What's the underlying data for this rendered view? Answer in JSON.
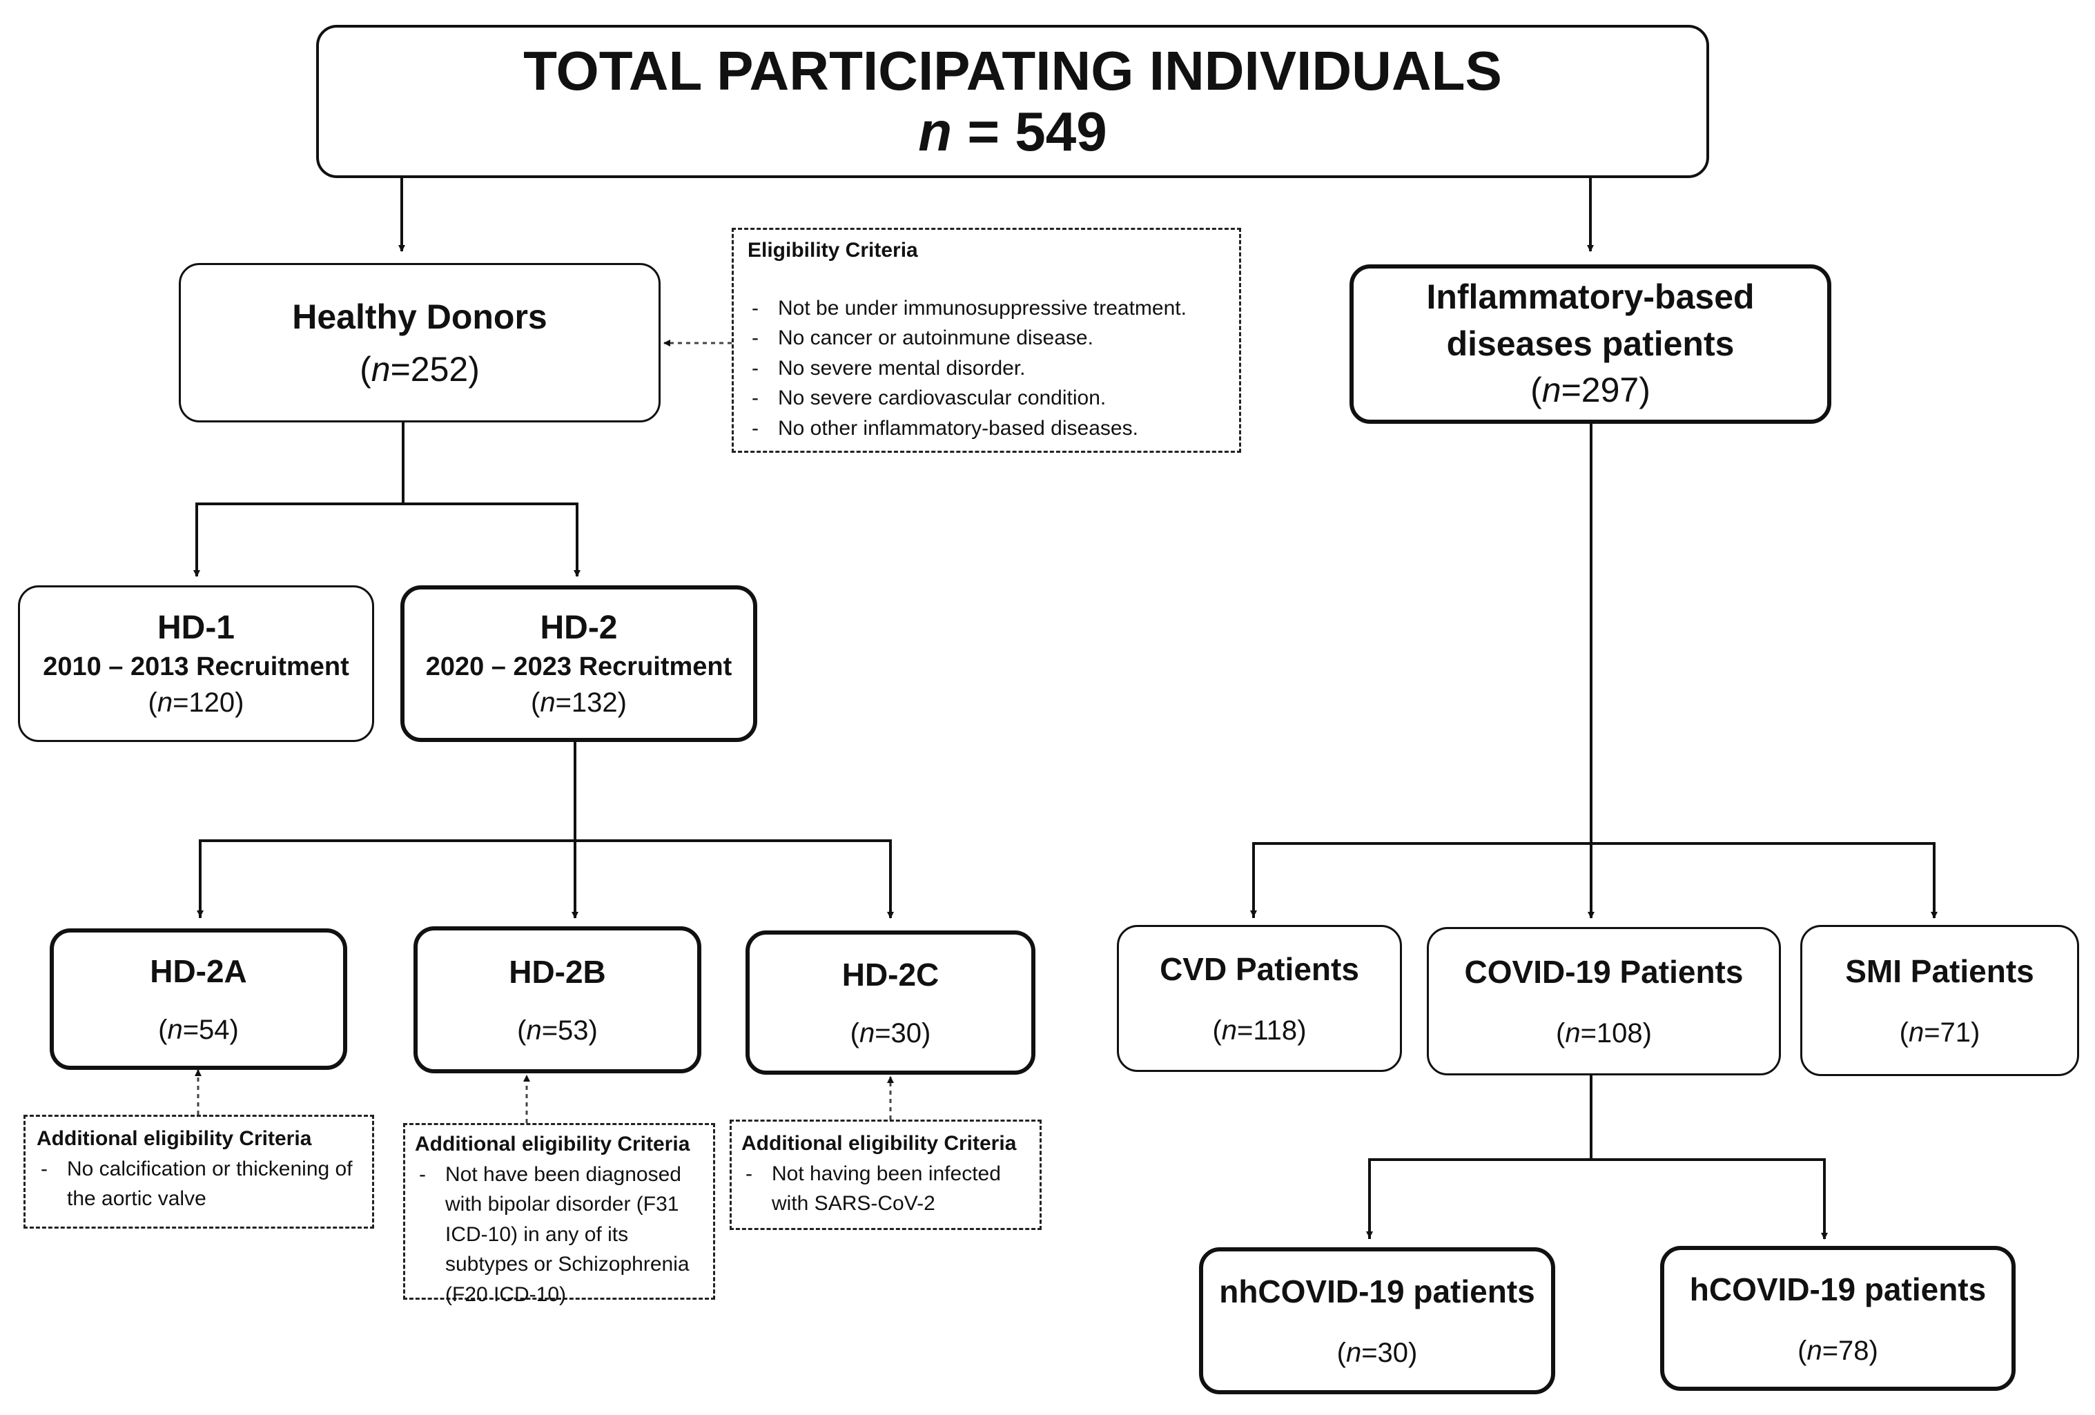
{
  "total": {
    "title": "TOTAL PARTICIPATING INDIVIDUALS",
    "n_label": "n",
    "n_value": " = 549"
  },
  "healthy": {
    "title": "Healthy Donors",
    "n_label": "n",
    "n_value": "=252"
  },
  "inflammatory": {
    "title_line1": "Inflammatory-based",
    "title_line2": "diseases patients",
    "n_label": "n",
    "n_value": "=297"
  },
  "eligibility": {
    "title": "Eligibility Criteria",
    "items": [
      "Not be under immunosuppressive treatment.",
      "No cancer or autoinmune disease.",
      "No severe mental disorder.",
      "No severe cardiovascular condition.",
      "No other inflammatory-based diseases."
    ]
  },
  "hd1": {
    "title": "HD-1",
    "subtitle": "2010 – 2013 Recruitment",
    "n_label": "n",
    "n_value": "=120"
  },
  "hd2": {
    "title": "HD-2",
    "subtitle": "2020 – 2023 Recruitment",
    "n_label": "n",
    "n_value": "=132"
  },
  "hd2a": {
    "title": "HD-2A",
    "n_label": "n",
    "n_value": "=54",
    "criteria_title": "Additional eligibility Criteria",
    "criteria_items": [
      "No calcification or thickening of the aortic valve"
    ]
  },
  "hd2b": {
    "title": "HD-2B",
    "n_label": "n",
    "n_value": "=53",
    "criteria_title": "Additional eligibility Criteria",
    "criteria_items": [
      "Not have been diagnosed with bipolar disorder (F31 ICD-10) in any of its subtypes or Schizophrenia (F20 ICD-10)"
    ]
  },
  "hd2c": {
    "title": "HD-2C",
    "n_label": "n",
    "n_value": "=30",
    "criteria_title": "Additional eligibility Criteria",
    "criteria_items": [
      "Not having been infected with SARS-CoV-2"
    ]
  },
  "cvd": {
    "title": "CVD Patients",
    "n_label": "n",
    "n_value": "=118"
  },
  "covid": {
    "title": "COVID-19 Patients",
    "n_label": "n",
    "n_value": "=108"
  },
  "smi": {
    "title": "SMI Patients",
    "n_label": "n",
    "n_value": "=71"
  },
  "nhcovid": {
    "title": "nhCOVID-19 patients",
    "n_label": "n",
    "n_value": "=30"
  },
  "hcovid": {
    "title": "hCOVID-19 patients",
    "n_label": "n",
    "n_value": "=78"
  },
  "colors": {
    "line": "#111111",
    "box_border": "#111111",
    "dashed": "#222222",
    "background": "#ffffff"
  }
}
